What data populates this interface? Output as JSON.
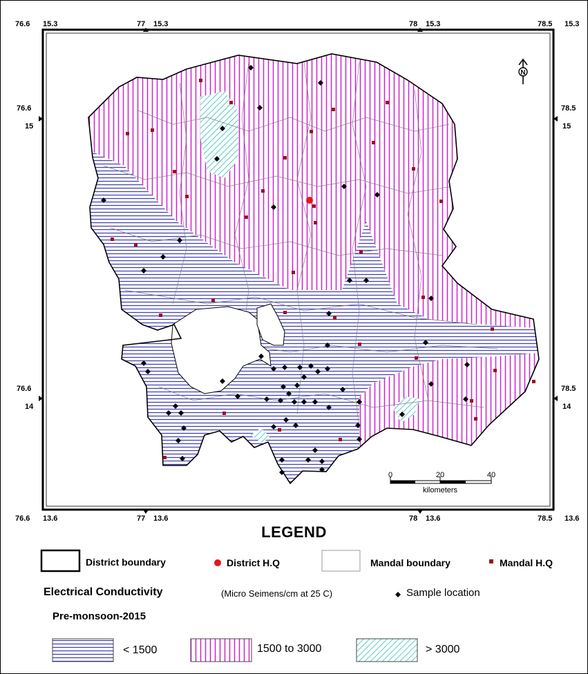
{
  "map": {
    "ticks": {
      "top": {
        "left_corner": "76.6",
        "left_corner2": "15.3",
        "t77": "77",
        "t77b": "15.3",
        "t78": "78",
        "t78b": "15.3",
        "right_corner": "78.5",
        "right_corner2": "15.3"
      },
      "left": {
        "upper_a": "76.6",
        "upper_b": "15",
        "lower_a": "76.6",
        "lower_b": "14"
      },
      "right": {
        "upper_a": "78.5",
        "upper_b": "15",
        "lower_a": "78.5",
        "lower_b": "14"
      },
      "bottom": {
        "left_corner": "76.6",
        "left_corner2": "13.6",
        "t77": "77",
        "t77b": "13.6",
        "t78": "78",
        "t78b": "13.6",
        "right_corner": "78.5",
        "right_corner2": "13.6"
      }
    },
    "scale_bar": {
      "labels": [
        "0",
        "20",
        "40"
      ],
      "unit": "kilometers"
    },
    "north_label": "N"
  },
  "legend": {
    "title": "LEGEND",
    "district_boundary": "District boundary",
    "district_hq": "District H.Q",
    "mandal_boundary": "Mandal boundary",
    "mandal_hq": "Mandal H.Q",
    "parameter": "Electrical Conductivity",
    "unit": "(Micro Seimens/cm at 25  C)",
    "sample_location": "Sample location",
    "season": "Pre-monsoon-2015",
    "classes": [
      {
        "label": "< 1500",
        "color": "#3b3bb0",
        "pattern": "horizontal"
      },
      {
        "label": "1500 to 3000",
        "color": "#cc22cc",
        "pattern": "vertical"
      },
      {
        "label": "> 3000",
        "color": "#22b8b8",
        "pattern": "diagonal"
      }
    ]
  },
  "colors": {
    "district_hq": "#e8151b",
    "mandal_hq": "#a01010",
    "sample": "#000000"
  }
}
